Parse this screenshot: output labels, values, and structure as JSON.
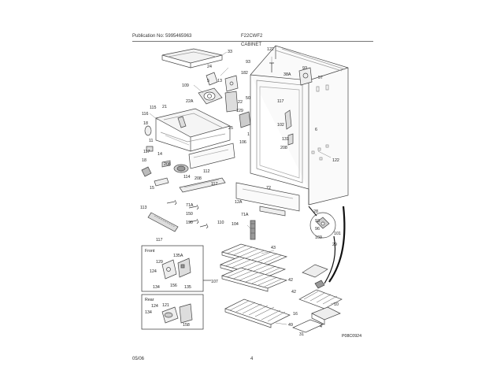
{
  "header": {
    "publication": "Publication No: 5995465963",
    "model": "F22CWF2",
    "section": "CABINET"
  },
  "footer": {
    "date": "05/06",
    "page": "4"
  },
  "inset_front": {
    "title": "Front",
    "labels": [
      "129",
      "135A",
      "124",
      "134",
      "156",
      "135"
    ]
  },
  "inset_rear": {
    "title": "Rear",
    "labels": [
      "121",
      "124",
      "134",
      "158"
    ]
  },
  "figure_code": "P08C0924",
  "part_labels": {
    "p33": "33",
    "p24": "24",
    "p5": "5",
    "p13": "13",
    "p109": "109",
    "p22a": "22A",
    "p21": "21",
    "p115": "115",
    "p116": "116",
    "p18a": "18",
    "p11": "11",
    "p14": "14",
    "p117a": "117",
    "p18b": "18",
    "p208a": "208",
    "p114": "114",
    "p15": "15",
    "p112": "112",
    "p208b": "208",
    "p117b": "117",
    "p93a": "93",
    "p182": "182",
    "p50": "50",
    "p22b": "22",
    "p129": "129",
    "p25": "25",
    "p1": "1",
    "p106": "106",
    "p122a": "122",
    "p117c": "117",
    "p38a": "38A",
    "p93b": "93",
    "p57": "57",
    "p102": "102",
    "p131": "131",
    "p208c": "208",
    "p6": "6",
    "p122b": "122",
    "p113": "113",
    "p71a1": "71A",
    "p150": "150",
    "p190": "190",
    "p110": "110",
    "p117d": "117",
    "p12a": "12A",
    "p71a2": "71A",
    "p104": "104",
    "p72": "72",
    "p28": "28",
    "p93c": "93",
    "p96": "96",
    "p103": "103",
    "p101": "101",
    "p29": "29",
    "p43": "43",
    "p107": "107",
    "p42": "42",
    "p7": "7",
    "p10": "10",
    "p49": "49",
    "p31": "31",
    "p4": "4",
    "p16": "16"
  }
}
